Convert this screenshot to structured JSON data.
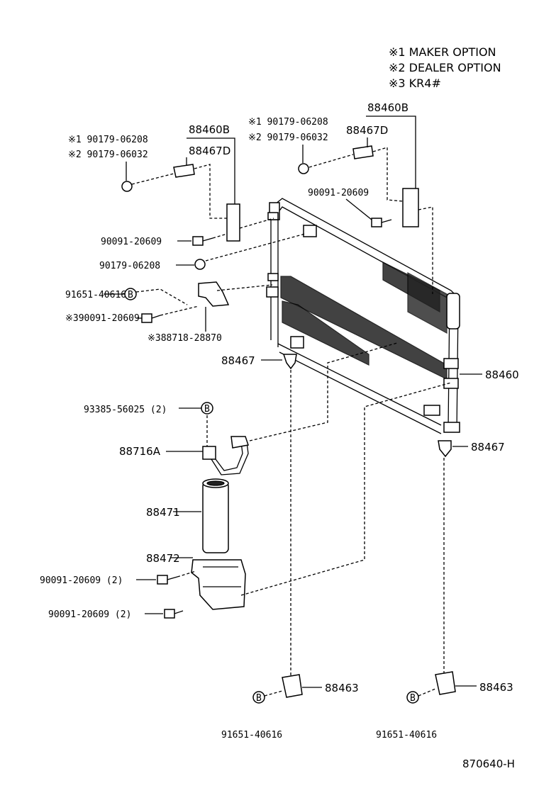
{
  "notes": [
    "※1 MAKER OPTION",
    "※2 DEALER OPTION",
    "※3 KR4#"
  ],
  "labels": {
    "l_88460B_left": "88460B",
    "l_88467D_left": "88467D",
    "l_opt1_left": "※1 90179-06208",
    "l_opt2_left": "※2 90179-06032",
    "l_opt1_right": "※1 90179-06208",
    "l_opt2_right": "※2 90179-06032",
    "l_88460B_right": "88460B",
    "l_88467D_right": "88467D",
    "l_90091_right": "90091-20609",
    "l_90091_left": "90091-20609",
    "l_90179": "90179-06208",
    "l_91651_top": "91651-40616",
    "l_b_top": "B",
    "l_kr4_bolt": "※390091-20609",
    "l_kr4_bracket": "※388718-28870",
    "l_88467_a": "88467",
    "l_88460": "88460",
    "l_93385": "93385-56025 (2)",
    "l_b_mid": "B",
    "l_88716A": "88716A",
    "l_88467_b": "88467",
    "l_88471": "88471",
    "l_88472": "88472",
    "l_90091_2a": "90091-20609 (2)",
    "l_90091_2b": "90091-20609 (2)",
    "l_88463_left": "88463",
    "l_88463_right": "88463",
    "l_b_bl": "B",
    "l_b_br": "B",
    "l_91651_bl": "91651-40616",
    "l_91651_br": "91651-40616",
    "l_code": "870640-H"
  }
}
